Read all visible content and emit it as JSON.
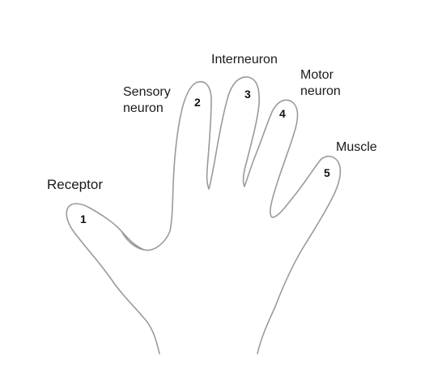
{
  "labels": {
    "receptor": "Receptor",
    "sensory_line1": "Sensory",
    "sensory_line2": "neuron",
    "interneuron": "Interneuron",
    "motor_line1": "Motor",
    "motor_line2": "neuron",
    "muscle": "Muscle"
  },
  "numbers": {
    "n1": "1",
    "n2": "2",
    "n3": "3",
    "n4": "4",
    "n5": "5"
  },
  "colors": {
    "outline": "#9a9a9a",
    "text": "#1a1a1a"
  }
}
